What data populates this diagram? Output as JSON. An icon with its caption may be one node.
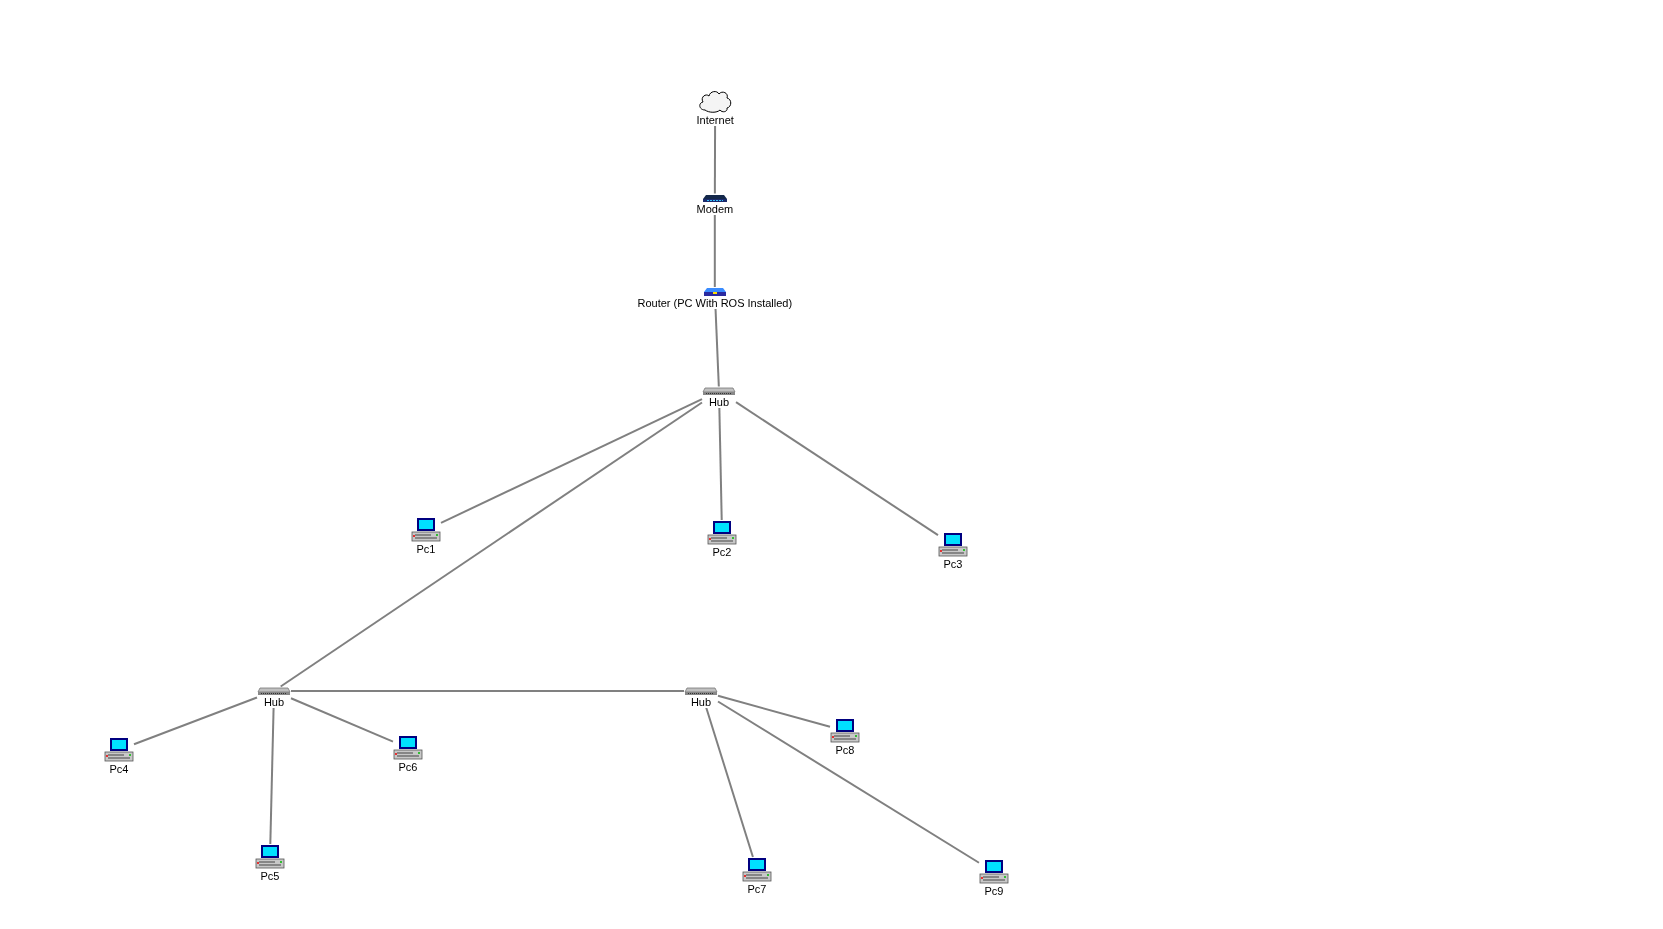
{
  "diagram": {
    "nodes": [
      {
        "text": [
          "Internet"
        ]
      },
      {
        "text": [
          "Modem"
        ]
      },
      {
        "text": [
          "Router (PC With ROS Installed)"
        ]
      },
      {
        "text": [
          "Hub"
        ]
      },
      {
        "text": [
          "Pc1"
        ]
      },
      {
        "text": [
          "Pc2"
        ]
      },
      {
        "text": [
          "Pc3"
        ]
      },
      {
        "text": [
          "Hub"
        ]
      },
      {
        "text": [
          "Hub"
        ]
      },
      {
        "text": [
          "Pc4"
        ]
      },
      {
        "text": [
          "Pc6"
        ]
      },
      {
        "text": [
          "Pc8"
        ]
      },
      {
        "text": [
          "Pc5"
        ]
      },
      {
        "text": [
          "Pc7"
        ]
      },
      {
        "text": [
          "Pc9"
        ]
      }
    ],
    "edges": [
      {
        "from": 0,
        "to": 1,
        "arrow": "none"
      },
      {
        "from": 1,
        "to": 2,
        "arrow": "none"
      },
      {
        "from": 2,
        "to": 3,
        "arrow": "none"
      },
      {
        "from": 3,
        "to": 4,
        "arrow": "none"
      },
      {
        "from": 3,
        "to": 7,
        "arrow": "none"
      },
      {
        "from": 3,
        "to": 5,
        "arrow": "none"
      },
      {
        "from": 3,
        "to": 6,
        "arrow": "none"
      },
      {
        "from": 7,
        "to": 8,
        "arrow": "none"
      },
      {
        "from": 7,
        "to": 9,
        "arrow": "none"
      },
      {
        "from": 7,
        "to": 12,
        "arrow": "none"
      },
      {
        "from": 7,
        "to": 10,
        "arrow": "none"
      },
      {
        "from": 8,
        "to": 11,
        "arrow": "none"
      },
      {
        "from": 8,
        "to": 13,
        "arrow": "none"
      },
      {
        "from": 8,
        "to": 14,
        "arrow": "none"
      }
    ]
  }
}
